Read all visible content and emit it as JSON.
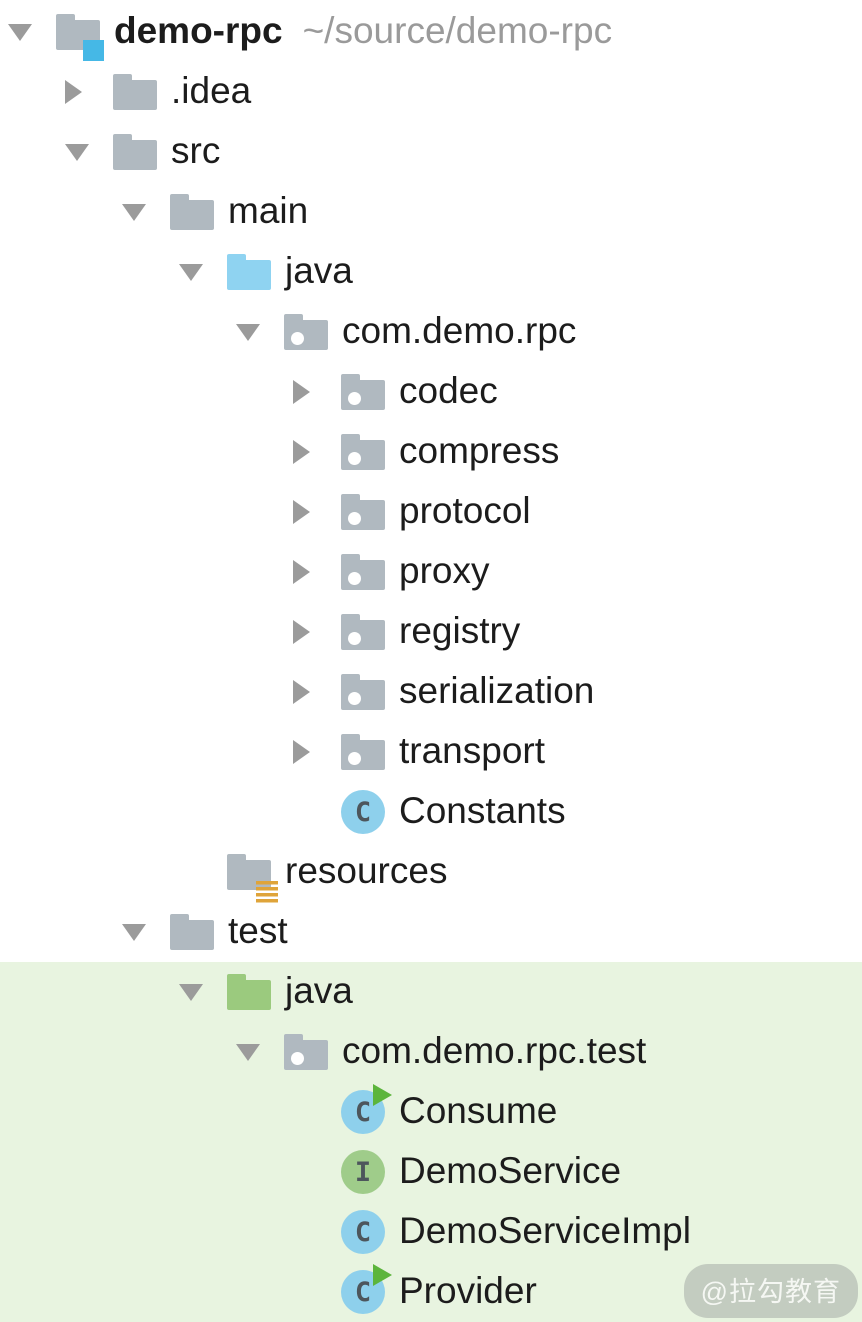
{
  "colors": {
    "highlight_bg": "#e8f4e0",
    "folder_gray": "#b0b9c0",
    "folder_blue": "#8fd3f1",
    "folder_green": "#9bca7e",
    "arrow_gray": "#9b9b9b",
    "root_badge_blue": "#45b8e6",
    "resources_badge_gold": "#dfa43a",
    "class_circle_blue": "#8ed0ec",
    "interface_circle_green": "#9fcc8a",
    "icon_letter": "#4d565c",
    "run_arrow_green": "#5cb53c",
    "text": "#1c1c1c",
    "path_text": "#9a9a9a",
    "watermark_bg": "#c3ccc0",
    "watermark_text": "#f5f7f3"
  },
  "icons": {
    "class_letter": "C",
    "interface_letter": "I"
  },
  "project_tree": {
    "rows": [
      {
        "label": "demo-rpc",
        "secondary": "~/source/demo-rpc",
        "level": 0,
        "arrow": "down",
        "icon": "project-root",
        "bold": true,
        "highlighted": false
      },
      {
        "label": ".idea",
        "level": 1,
        "arrow": "right",
        "icon": "folder-gray",
        "bold": false,
        "highlighted": false
      },
      {
        "label": "src",
        "level": 1,
        "arrow": "down",
        "icon": "folder-gray",
        "bold": false,
        "highlighted": false
      },
      {
        "label": "main",
        "level": 2,
        "arrow": "down",
        "icon": "folder-gray",
        "bold": false,
        "highlighted": false
      },
      {
        "label": "java",
        "level": 3,
        "arrow": "down",
        "icon": "folder-blue",
        "bold": false,
        "highlighted": false
      },
      {
        "label": "com.demo.rpc",
        "level": 4,
        "arrow": "down",
        "icon": "package",
        "bold": false,
        "highlighted": false
      },
      {
        "label": "codec",
        "level": 5,
        "arrow": "right",
        "icon": "package",
        "bold": false,
        "highlighted": false
      },
      {
        "label": "compress",
        "level": 5,
        "arrow": "right",
        "icon": "package",
        "bold": false,
        "highlighted": false
      },
      {
        "label": "protocol",
        "level": 5,
        "arrow": "right",
        "icon": "package",
        "bold": false,
        "highlighted": false
      },
      {
        "label": "proxy",
        "level": 5,
        "arrow": "right",
        "icon": "package",
        "bold": false,
        "highlighted": false
      },
      {
        "label": "registry",
        "level": 5,
        "arrow": "right",
        "icon": "package",
        "bold": false,
        "highlighted": false
      },
      {
        "label": "serialization",
        "level": 5,
        "arrow": "right",
        "icon": "package",
        "bold": false,
        "highlighted": false
      },
      {
        "label": "transport",
        "level": 5,
        "arrow": "right",
        "icon": "package",
        "bold": false,
        "highlighted": false
      },
      {
        "label": "Constants",
        "level": 5,
        "arrow": "none",
        "icon": "class",
        "bold": false,
        "highlighted": false
      },
      {
        "label": "resources",
        "level": 3,
        "arrow": "none",
        "icon": "resources",
        "bold": false,
        "highlighted": false
      },
      {
        "label": "test",
        "level": 2,
        "arrow": "down",
        "icon": "folder-gray",
        "bold": false,
        "highlighted": false
      },
      {
        "label": "java",
        "level": 3,
        "arrow": "down",
        "icon": "folder-green",
        "bold": false,
        "highlighted": true
      },
      {
        "label": "com.demo.rpc.test",
        "level": 4,
        "arrow": "down",
        "icon": "package",
        "bold": false,
        "highlighted": true
      },
      {
        "label": "Consume",
        "level": 5,
        "arrow": "none",
        "icon": "class-run",
        "bold": false,
        "highlighted": true
      },
      {
        "label": "DemoService",
        "level": 5,
        "arrow": "none",
        "icon": "interface",
        "bold": false,
        "highlighted": true
      },
      {
        "label": "DemoServiceImpl",
        "level": 5,
        "arrow": "none",
        "icon": "class",
        "bold": false,
        "highlighted": true
      },
      {
        "label": "Provider",
        "level": 5,
        "arrow": "none",
        "icon": "class-run",
        "bold": false,
        "highlighted": true
      }
    ]
  },
  "watermark": {
    "label": "@拉勾教育"
  }
}
